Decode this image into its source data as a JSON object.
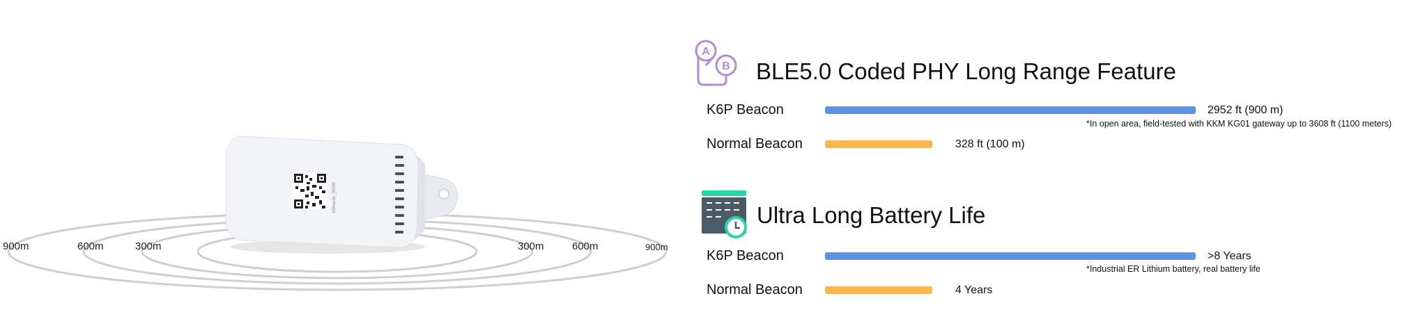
{
  "colors": {
    "k6p_bar": "#5b93e6",
    "normal_bar": "#fbb650",
    "icon_purple": "#b68ad0",
    "calendar_dark": "#4a5a66",
    "calendar_green": "#26d6a4"
  },
  "range_diagram": {
    "left_labels": [
      "900m",
      "600m",
      "300m"
    ],
    "right_labels": [
      "300m",
      "600m",
      "900m"
    ],
    "device_label": "KBeacon_00000",
    "icons": {
      "device": "beacon-device-icon"
    }
  },
  "chart_data": [
    {
      "type": "bar",
      "orientation": "horizontal",
      "title": "BLE5.0 Coded PHY Long Range Feature",
      "categories": [
        "K6P Beacon",
        "Normal Beacon"
      ],
      "values": [
        900,
        100
      ],
      "value_labels": [
        "2952 ft (900 m)",
        "328 ft (100 m)"
      ],
      "unit": "m",
      "note": "*In open area, field-tested with KKM KG01 gateway up to 3608 ft (1100 meters)",
      "colors": [
        "#5b93e6",
        "#fbb650"
      ],
      "icon": "ab-location-pins-icon"
    },
    {
      "type": "bar",
      "orientation": "horizontal",
      "title": "Ultra Long Battery Life",
      "categories": [
        "K6P Beacon",
        "Normal Beacon"
      ],
      "values": [
        8,
        4
      ],
      "value_labels": [
        ">8 Years",
        "4 Years"
      ],
      "unit": "years",
      "note": "*Industrial ER Lithium battery, real battery life",
      "colors": [
        "#5b93e6",
        "#fbb650"
      ],
      "icon": "calendar-clock-icon"
    }
  ]
}
